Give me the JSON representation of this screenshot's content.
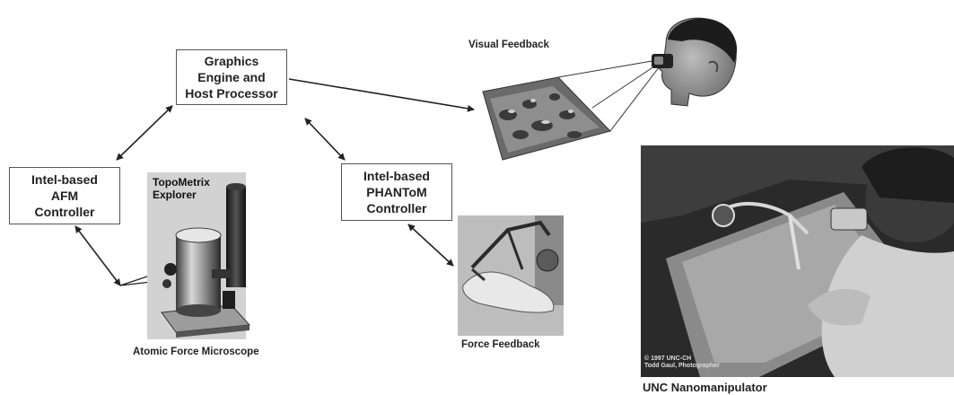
{
  "nodes": {
    "graphics_engine": "Graphics\nEngine and\nHost Processor",
    "afm_controller": "Intel-based\nAFM\nController",
    "phantom_controller": "Intel-based\nPHANToM\nController"
  },
  "captions": {
    "visual_feedback": "Visual Feedback",
    "atomic_force_microscope": "Atomic Force Microscope",
    "force_feedback": "Force Feedback",
    "unc_nanomanipulator": "UNC Nanomanipulator"
  },
  "photo_text": {
    "topometrix": "TopoMetrix\nExplorer",
    "copyright": "© 1997 UNC-CH\nTodd Gaul, Photographer"
  },
  "icons": {
    "head": "human-head-with-goggles",
    "surface": "afm-surface-rendering",
    "microscope": "afm-microscope-photo",
    "phantom": "phantom-haptic-device-photo",
    "nanomanipulator": "unc-nanomanipulator-photo"
  }
}
